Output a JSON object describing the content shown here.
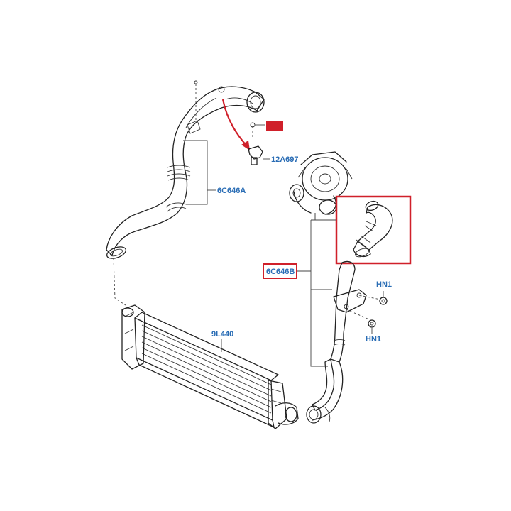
{
  "labels": {
    "hidden_part": "",
    "sensor": "12A697",
    "upper_hose": "6C646A",
    "lower_hose": "6C646B",
    "intercooler": "9L440",
    "nut_upper": "HN1",
    "nut_lower": "HN1"
  },
  "colors": {
    "label_blue": "#2a6db5",
    "highlight_red": "#d0202a",
    "line": "#222222"
  }
}
